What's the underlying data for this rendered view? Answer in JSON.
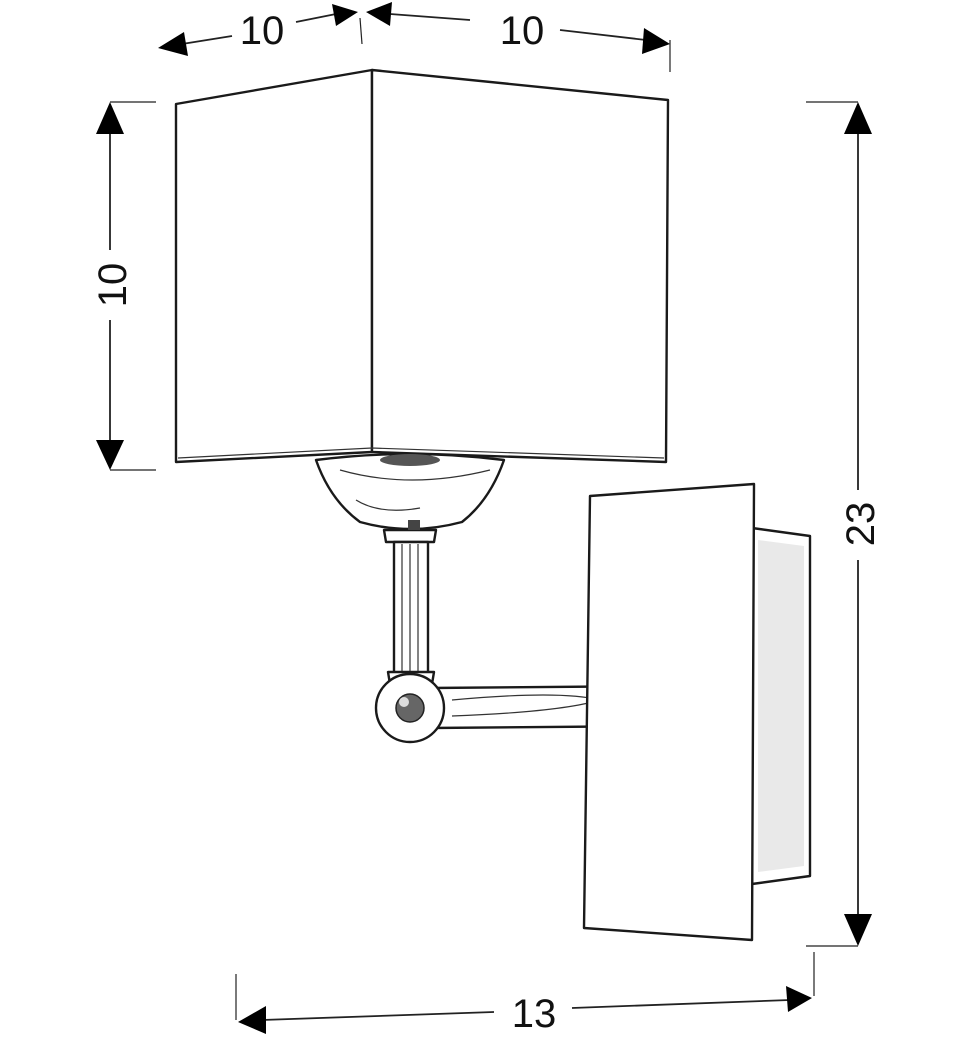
{
  "dimensions": {
    "shade_width_front": "10",
    "shade_depth": "10",
    "shade_height": "10",
    "total_height": "23",
    "total_projection": "13"
  },
  "colors": {
    "line": "#1a1a1a",
    "background": "#ffffff"
  }
}
